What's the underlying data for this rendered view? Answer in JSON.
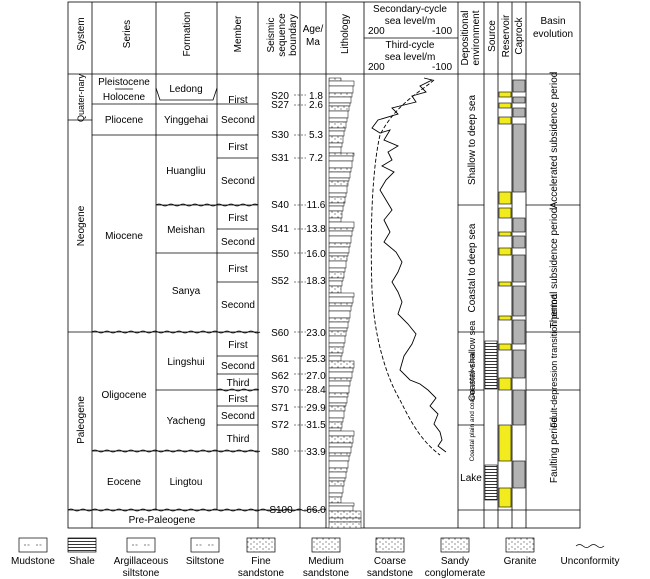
{
  "headers": {
    "system": "System",
    "series": "Series",
    "formation": "Formation",
    "member": "Member",
    "seismic": [
      "Seismic",
      "sequence",
      "boundary"
    ],
    "age": [
      "Age/",
      "Ma"
    ],
    "lithology": "Lithology",
    "secondary": [
      "Secondary-cycle",
      "sea level/m"
    ],
    "third": [
      "Third-cycle",
      "sea level/m"
    ],
    "scale_left": "200",
    "scale_right": "-100",
    "depositional": [
      "Depositional",
      "environment"
    ],
    "source": "Source",
    "reservoir": "Reservoir",
    "caprock": "Caprock",
    "basin": [
      "Basin",
      "evolution"
    ]
  },
  "systems": [
    "Quater-nary",
    "Neogene",
    "Paleogene"
  ],
  "series": [
    "Pleistocene",
    "Holocene",
    "Pliocene",
    "Miocene",
    "Oligocene",
    "Eocene",
    "Pre-Paleogene"
  ],
  "formations": [
    "Ledong",
    "Yinggehai",
    "Huangliu",
    "Meishan",
    "Sanya",
    "Lingshui",
    "Yacheng",
    "Lingtou"
  ],
  "members": [
    "First",
    "Second",
    "First",
    "Second",
    "First",
    "Second",
    "First",
    "Second",
    "First",
    "Second",
    "Third",
    "First",
    "Second",
    "Third"
  ],
  "boundaries": [
    {
      "name": "S20",
      "age": "1.8"
    },
    {
      "name": "S27",
      "age": "2.6"
    },
    {
      "name": "S30",
      "age": "5.3"
    },
    {
      "name": "S31",
      "age": "7.2"
    },
    {
      "name": "S40",
      "age": "11.6"
    },
    {
      "name": "S41",
      "age": "13.8"
    },
    {
      "name": "S50",
      "age": "16.0"
    },
    {
      "name": "S52",
      "age": "18.3"
    },
    {
      "name": "S60",
      "age": "23.0"
    },
    {
      "name": "S61",
      "age": "25.3"
    },
    {
      "name": "S62",
      "age": "27.0"
    },
    {
      "name": "S70",
      "age": "28.4"
    },
    {
      "name": "S71",
      "age": "29.9"
    },
    {
      "name": "S72",
      "age": "31.5"
    },
    {
      "name": "S80",
      "age": "33.9"
    },
    {
      "name": "S100",
      "age": "66.0"
    }
  ],
  "environments": [
    "Shallow to deep sea",
    "Coastal to deep sea",
    "Coastal-shallow sea",
    "Coastal plain and coastal-shallow sea",
    "Lake"
  ],
  "basin_evolution": [
    "Accelerated subsidence period",
    "Thermal subsidence period",
    "Fault-depression transition period",
    "Faulting period"
  ],
  "legend": [
    "Mudstone",
    "Shale",
    "Argillaceous siltstone",
    "Siltstone",
    "Fine sandstone",
    "Medium sandstone",
    "Coarse sandstone",
    "Sandy conglomerate",
    "Granite",
    "Unconformity"
  ],
  "colors": {
    "reservoir": "#f2ec1e",
    "caprock": "#b3b3b3",
    "source": "#1a1a1a",
    "line": "#000000"
  }
}
